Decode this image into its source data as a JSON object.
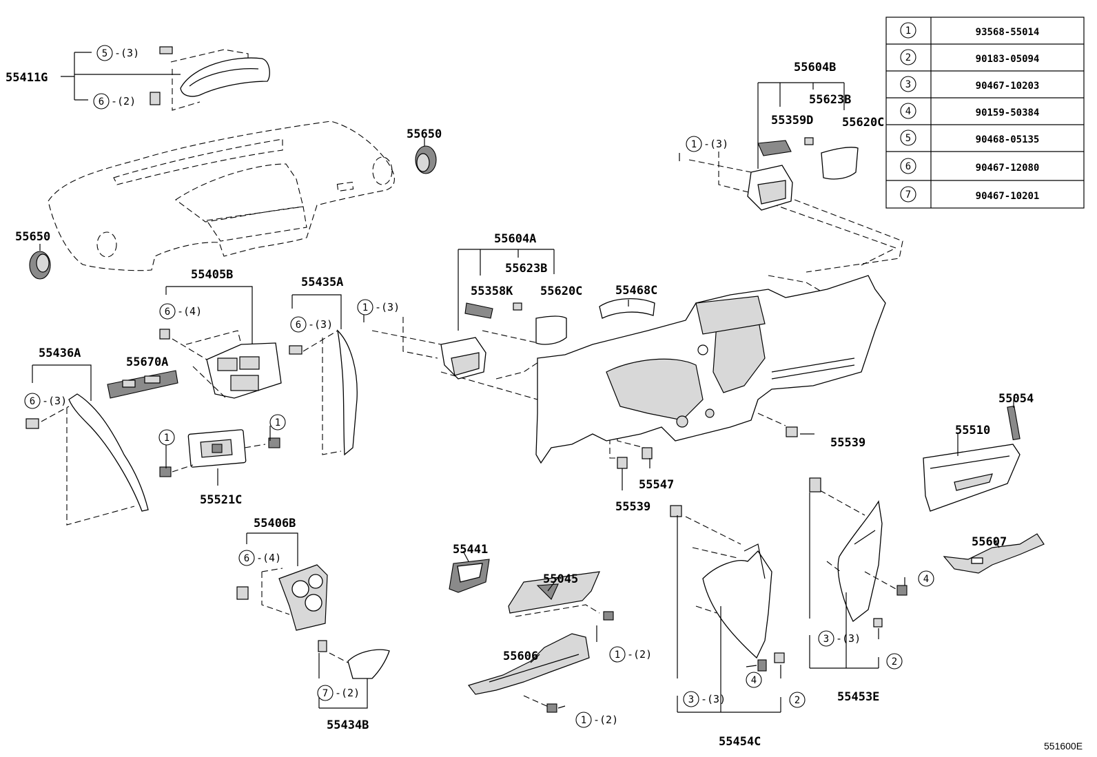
{
  "diagram": {
    "reference_code": "551600E",
    "part_numbers": {
      "p55411G": "55411G",
      "p55650_top": "55650",
      "p55650_left": "55650",
      "p55405B": "55405B",
      "p55435A": "55435A",
      "p55436A": "55436A",
      "p55670A": "55670A",
      "p55521C": "55521C",
      "p55406B": "55406B",
      "p55434B": "55434B",
      "p55441": "55441",
      "p55045": "55045",
      "p55606": "55606",
      "p55604A": "55604A",
      "p55623B_a": "55623B",
      "p55358K": "55358K",
      "p55620C_a": "55620C",
      "p55468C": "55468C",
      "p55604B": "55604B",
      "p55623B_b": "55623B",
      "p55359D": "55359D",
      "p55620C_b": "55620C",
      "p55539_a": "55539",
      "p55539_b": "55539",
      "p55547": "55547",
      "p55054": "55054",
      "p55510": "55510",
      "p55607": "55607",
      "p55453E": "55453E",
      "p55454C": "55454C"
    },
    "callouts": [
      {
        "num": "5",
        "qty": "-(3)"
      },
      {
        "num": "6",
        "qty": "-(2)"
      },
      {
        "num": "6",
        "qty": "-(4)"
      },
      {
        "num": "6",
        "qty": "-(3)"
      },
      {
        "num": "1",
        "qty": "-(3)"
      },
      {
        "num": "6",
        "qty": "-(3)"
      },
      {
        "num": "1",
        "qty": ""
      },
      {
        "num": "1",
        "qty": ""
      },
      {
        "num": "6",
        "qty": "-(4)"
      },
      {
        "num": "7",
        "qty": "-(2)"
      },
      {
        "num": "1",
        "qty": "-(2)"
      },
      {
        "num": "1",
        "qty": "-(2)"
      },
      {
        "num": "1",
        "qty": "-(3)"
      },
      {
        "num": "3",
        "qty": "-(3)"
      },
      {
        "num": "4",
        "qty": ""
      },
      {
        "num": "2",
        "qty": ""
      },
      {
        "num": "3",
        "qty": "-(3)"
      },
      {
        "num": "4",
        "qty": ""
      },
      {
        "num": "2",
        "qty": ""
      }
    ],
    "fastener_table": [
      {
        "num": "1",
        "part": "93568-55014"
      },
      {
        "num": "2",
        "part": "90183-05094"
      },
      {
        "num": "3",
        "part": "90467-10203"
      },
      {
        "num": "4",
        "part": "90159-50384"
      },
      {
        "num": "5",
        "part": "90468-05135"
      },
      {
        "num": "6",
        "part": "90467-12080"
      },
      {
        "num": "7",
        "part": "90467-10201"
      }
    ]
  }
}
